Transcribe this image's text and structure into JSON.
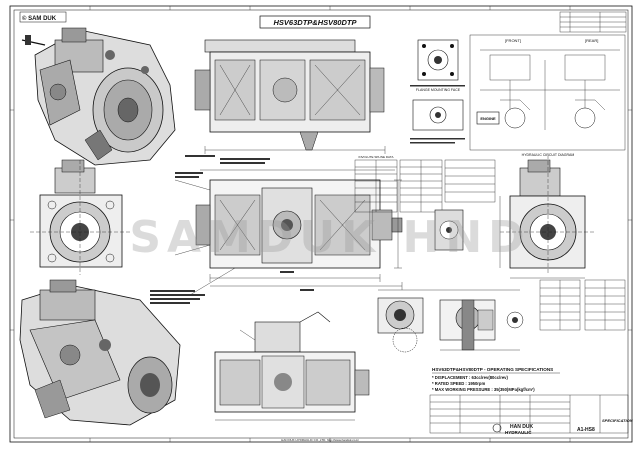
{
  "title_box": {
    "model": "HSV63DTP&HSV80DTP"
  },
  "watermark": {
    "text": "SAMDUK HND"
  },
  "corner_logo_top": "© SAM DUK",
  "specs": {
    "heading": "HSV63DTP&HSV80DTP - OPERATING SPECIFICATIONS",
    "lines": [
      "* DISPLACEMENT : 63cc/rev(80cc/rev)",
      "* RATED SPEED : 1950rpm",
      "* MAX WORKING PRESSURE : 35(350)MPa(kgf/cm²)"
    ]
  },
  "company": {
    "name_line1": "HAN DUK",
    "name_line2": "HYDRAULIC"
  },
  "title_block": {
    "label": "SPECIFICATION",
    "drawing_no": "A1-HS8"
  },
  "footer": {
    "note": "HAN DUK HYDRAULIC CO.,LTD. http://www.handuk.co.kr"
  },
  "labels": {
    "front": "[FRONT]",
    "rear": "[REAR]",
    "engine": "ENGINE",
    "hydraulic_circuit": "HYDRAULIC CIRCUIT DIAGRAM",
    "flange_view": "FLANGE MOUNTING FACE",
    "involute_spline": "INVOLUTE SPLINE DATA"
  },
  "colors": {
    "ink": "#111111",
    "paper": "#ffffff",
    "watermark": "#9a9a9a"
  }
}
